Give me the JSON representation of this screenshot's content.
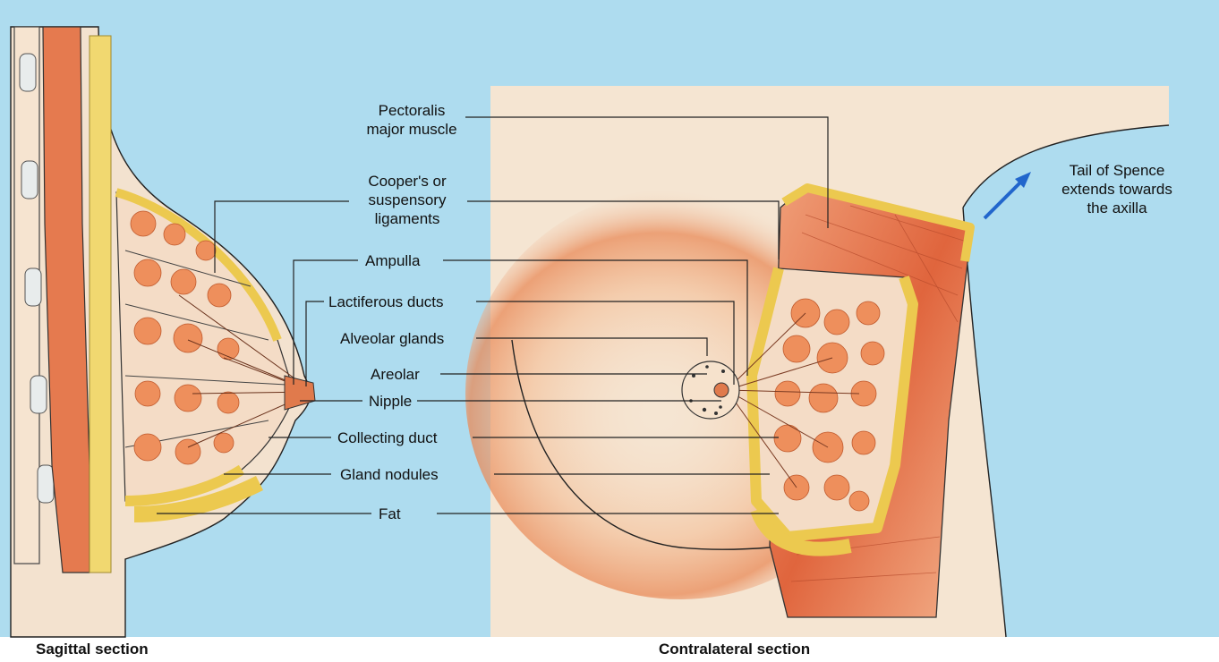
{
  "labels": {
    "pectoralis": "Pectoralis\nmajor muscle",
    "coopers": "Cooper's or\nsuspensory\nligaments",
    "ampulla": "Ampulla",
    "lactiferous": "Lactiferous ducts",
    "alveolar": "Alveolar glands",
    "areolar": "Areolar",
    "nipple": "Nipple",
    "collecting": "Collecting duct",
    "gland_nodules": "Gland nodules",
    "fat": "Fat",
    "tail_of_spence": "Tail of Spence\nextends towards\nthe axilla"
  },
  "captions": {
    "sagittal": "Sagittal section",
    "contralateral": "Contralateral section"
  },
  "colors": {
    "background": "#aedcef",
    "skin_panel": "#f5e5d2",
    "muscle": "#e57a4f",
    "fat": "#f1d870",
    "gland": "#ee8f5c",
    "arrow": "#2266cc"
  }
}
